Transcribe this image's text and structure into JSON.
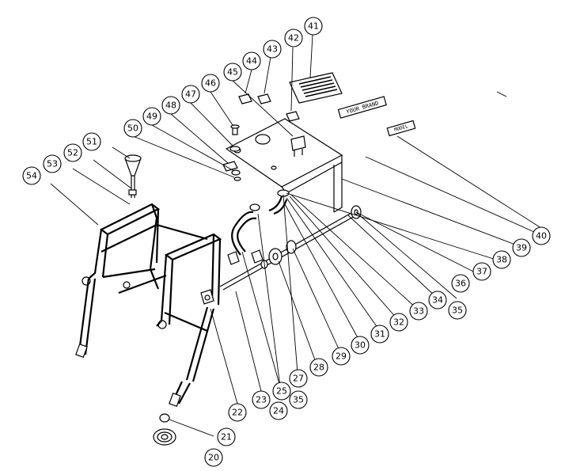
{
  "diagram": {
    "labels": [
      {
        "n": "20"
      },
      {
        "n": "21"
      },
      {
        "n": "22"
      },
      {
        "n": "23"
      },
      {
        "n": "24"
      },
      {
        "n": "25"
      },
      {
        "n": "27"
      },
      {
        "n": "28"
      },
      {
        "n": "29"
      },
      {
        "n": "30"
      },
      {
        "n": "31"
      },
      {
        "n": "32"
      },
      {
        "n": "33"
      },
      {
        "n": "34"
      },
      {
        "n": "35"
      },
      {
        "n": "35"
      },
      {
        "n": "36"
      },
      {
        "n": "37"
      },
      {
        "n": "38"
      },
      {
        "n": "39"
      },
      {
        "n": "40"
      },
      {
        "n": "41"
      },
      {
        "n": "42"
      },
      {
        "n": "43"
      },
      {
        "n": "44"
      },
      {
        "n": "45"
      },
      {
        "n": "46"
      },
      {
        "n": "47"
      },
      {
        "n": "48"
      },
      {
        "n": "49"
      },
      {
        "n": "50"
      },
      {
        "n": "51"
      },
      {
        "n": "52"
      },
      {
        "n": "53"
      },
      {
        "n": "54"
      }
    ],
    "decal_texts": {
      "left": "YOUR BRAND",
      "right": "MODEL"
    }
  }
}
